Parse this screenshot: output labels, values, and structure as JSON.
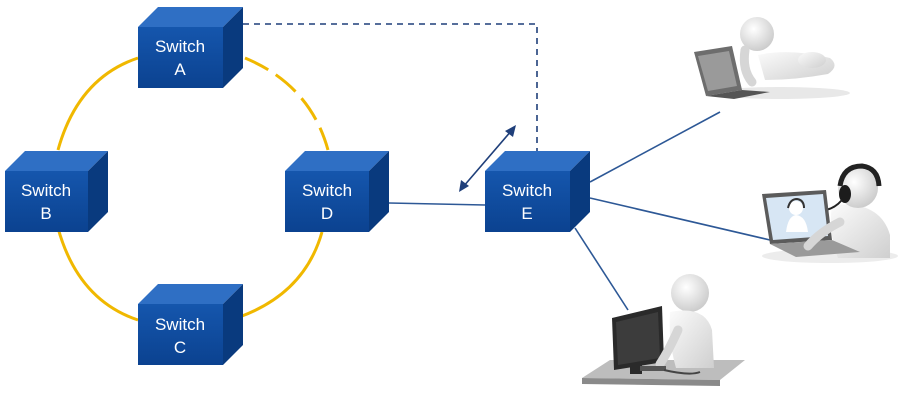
{
  "switches": {
    "a": {
      "line1": "Switch",
      "line2": "A"
    },
    "b": {
      "line1": "Switch",
      "line2": "B"
    },
    "c": {
      "line1": "Switch",
      "line2": "C"
    },
    "d": {
      "line1": "Switch",
      "line2": "D"
    },
    "e": {
      "line1": "Switch",
      "line2": "E"
    }
  },
  "colors": {
    "switch_front": "#0d4a9c",
    "switch_top": "#2f6fc4",
    "switch_side": "#093a7e",
    "ring": "#f0b800",
    "link": "#2d5896",
    "dashed_link": "#1f3f7a"
  },
  "icons": [
    "laptop-user-icon",
    "headset-laptop-user-icon",
    "desktop-user-icon"
  ]
}
